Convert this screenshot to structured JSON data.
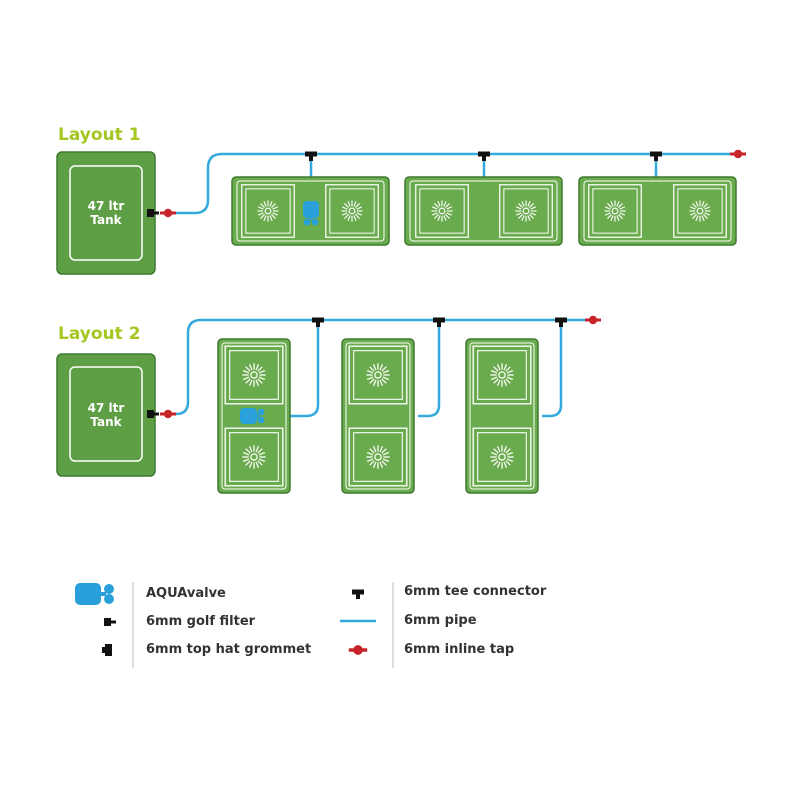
{
  "colors": {
    "title": "#a3c71f",
    "tank_fill": "#5e9f45",
    "tank_border": "#3f7a31",
    "tray_fill": "#6aab4d",
    "tray_border": "#3f7a31",
    "line_white": "#ffffff",
    "pipe": "#33a9dc",
    "valve": "#2aa0da",
    "tap": "#c8232a",
    "connector": "#111111"
  },
  "layouts": [
    {
      "title": "Layout 1",
      "tank_label_line1": "47 ltr",
      "tank_label_line2": "Tank"
    },
    {
      "title": "Layout 2",
      "tank_label_line1": "47 ltr",
      "tank_label_line2": "Tank"
    }
  ],
  "legend": {
    "aquavalve": {
      "label": "AQUAvalve",
      "icon": "aquavalve-icon"
    },
    "golf_filter": {
      "label": "6mm golf filter",
      "icon": "golf-filter-icon"
    },
    "grommet": {
      "label": "6mm top hat grommet",
      "icon": "grommet-icon"
    },
    "tee": {
      "label": "6mm tee connector",
      "icon": "tee-connector-icon"
    },
    "pipe": {
      "label": "6mm pipe",
      "icon": "pipe-icon"
    },
    "tap": {
      "label": "6mm inline tap",
      "icon": "inline-tap-icon"
    }
  }
}
